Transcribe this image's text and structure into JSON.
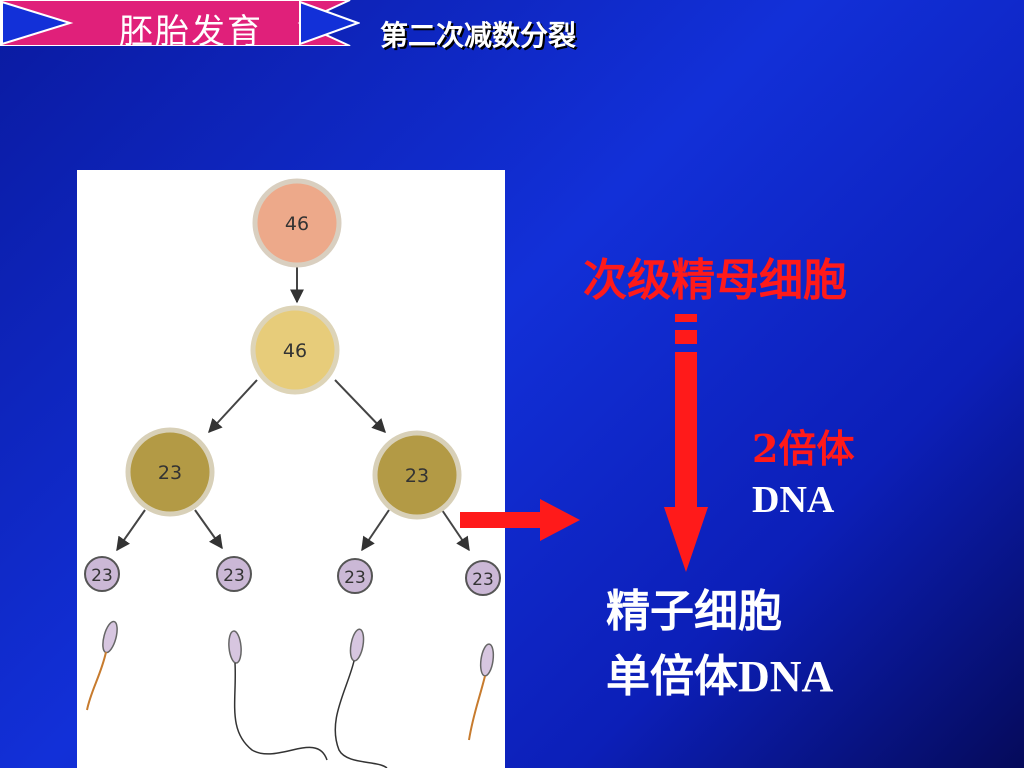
{
  "header": {
    "banner_text": "胚胎发育",
    "title": "第二次减数分裂"
  },
  "diagram": {
    "cells": [
      {
        "id": "top",
        "value": "46",
        "color": "#eda98a"
      },
      {
        "id": "secondary",
        "value": "46",
        "color": "#e7cc7a"
      },
      {
        "id": "left",
        "value": "23",
        "color": "#b39a45"
      },
      {
        "id": "right",
        "value": "23",
        "color": "#b39a45"
      },
      {
        "id": "s1",
        "value": "23",
        "color": "#cbb8d6"
      },
      {
        "id": "s2",
        "value": "23",
        "color": "#cbb8d6"
      },
      {
        "id": "s3",
        "value": "23",
        "color": "#cbb8d6"
      },
      {
        "id": "s4",
        "value": "23",
        "color": "#cbb8d6"
      }
    ]
  },
  "labels": {
    "secondary_spermatocyte": "次级精母细胞",
    "diploid": "2倍体",
    "dna": "DNA",
    "sperm_cell": "精子细胞",
    "haploid_prefix": "单倍体",
    "haploid_dna": "DNA"
  },
  "colors": {
    "accent_red": "#ff1a1a",
    "banner_pink": "#e0207a",
    "background_blue": "#1230d8"
  }
}
